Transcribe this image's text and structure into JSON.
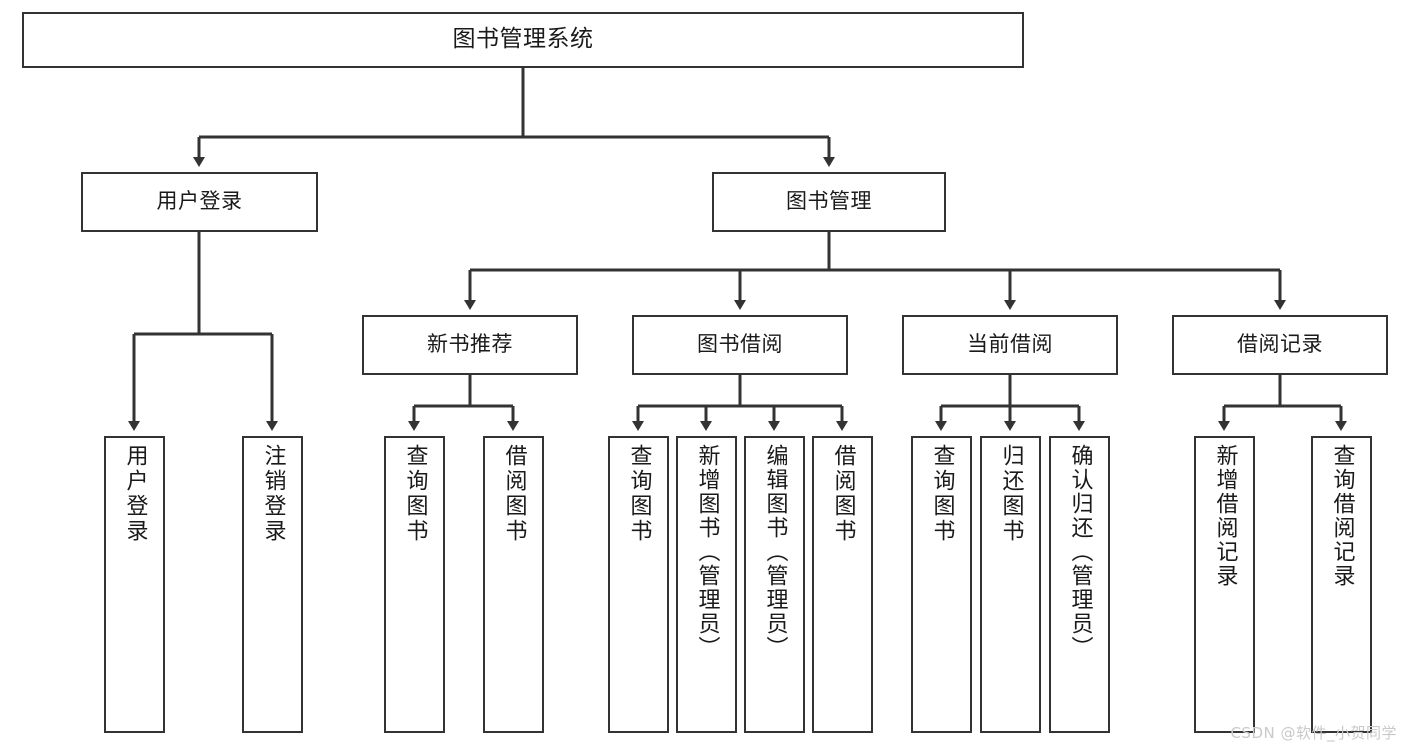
{
  "diagram": {
    "type": "tree",
    "title": "图书管理系统",
    "orientation": "top-down",
    "colors": {
      "box_border": "#333333",
      "box_fill": "#ffffff",
      "edge": "#333333",
      "text": "#1a1a1a",
      "watermark": "#c9c9c9",
      "background": "#ffffff"
    },
    "root": {
      "label": "图书管理系统"
    },
    "level1": [
      {
        "label": "用户登录"
      },
      {
        "label": "图书管理"
      }
    ],
    "level2": [
      {
        "label": "新书推荐"
      },
      {
        "label": "图书借阅"
      },
      {
        "label": "当前借阅"
      },
      {
        "label": "借阅记录"
      }
    ],
    "leaves": {
      "user_login": [
        {
          "label": "用户登录"
        },
        {
          "label": "注销登录"
        }
      ],
      "new_book": [
        {
          "label": "查询图书"
        },
        {
          "label": "借阅图书"
        }
      ],
      "book_borrow": [
        {
          "label": "查询图书"
        },
        {
          "label": "新增图书（管理员）"
        },
        {
          "label": "编辑图书（管理员）"
        },
        {
          "label": "借阅图书"
        }
      ],
      "current_borrow": [
        {
          "label": "查询图书"
        },
        {
          "label": "归还图书"
        },
        {
          "label": "确认归还（管理员）"
        }
      ],
      "borrow_record": [
        {
          "label": "新增借阅记录"
        },
        {
          "label": "查询借阅记录"
        }
      ]
    }
  },
  "watermark": {
    "text": "CSDN @软件_小贺同学"
  }
}
